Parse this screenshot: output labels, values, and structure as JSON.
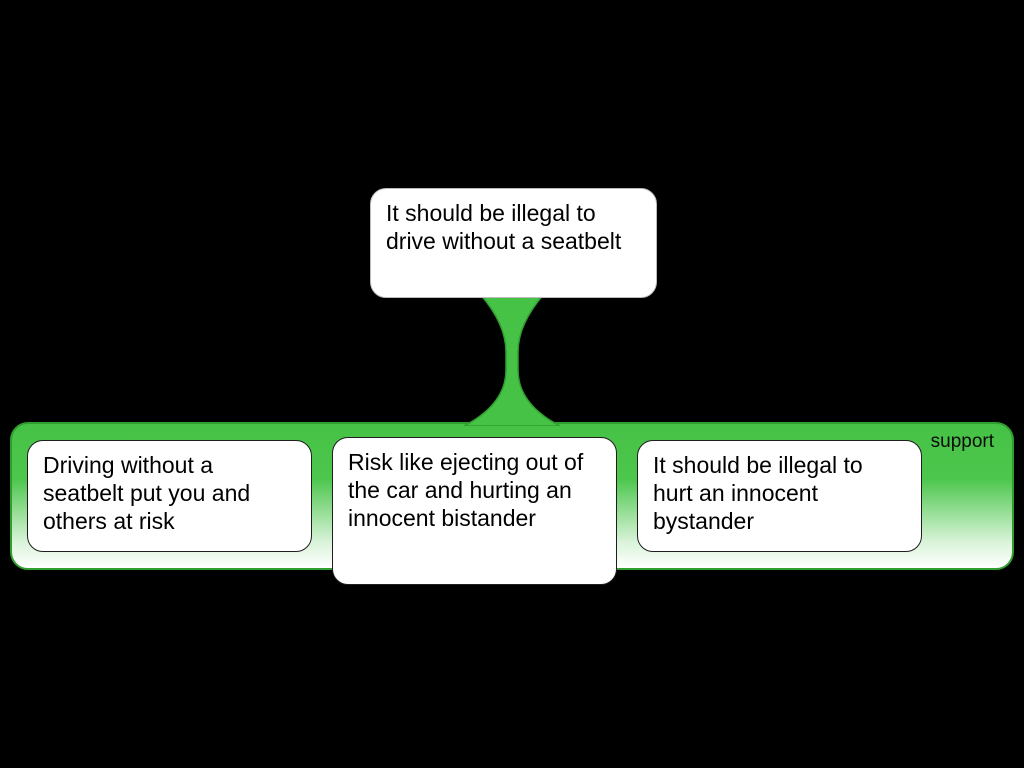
{
  "colors": {
    "background": "#000000",
    "support_green": "#46c246",
    "support_border": "#2f9e2f",
    "node_background": "#ffffff",
    "text": "#000000"
  },
  "claim": {
    "text": "It should be illegal to drive without a seatbelt"
  },
  "support_group": {
    "label": "support",
    "reasons": [
      {
        "text": "Driving without a seatbelt put you and others at risk"
      },
      {
        "text": "Risk like ejecting out of the car and hurting an innocent bistander"
      },
      {
        "text": "It should be illegal to hurt an innocent bystander"
      }
    ]
  }
}
